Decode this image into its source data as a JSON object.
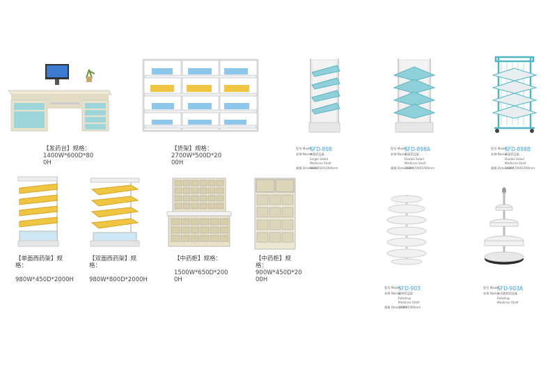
{
  "products": [
    {
      "id": "desk",
      "caption": "【发药台】规格：\n1400W*600D*80\n0H"
    },
    {
      "id": "goods-shelf",
      "caption": "【货架】规格：\n2700W*500D*20\n00H"
    },
    {
      "id": "single-rack",
      "caption": "【单面西药架】规格：\n\n980W*450D*2000H"
    },
    {
      "id": "double-rack",
      "caption": "【双面西药架】规格：\n\n980W*800D*2000H"
    },
    {
      "id": "cabinet-1",
      "caption": "【中药柜】规格：\n\n1500W*650D*200\n0H"
    },
    {
      "id": "cabinet-2",
      "caption": "【中药柜】规格：\n900W*450D*20\n00H"
    }
  ],
  "specs": [
    {
      "id": "sfd-898",
      "model_key": "型号 Model:",
      "model": "SFD-898",
      "name_key": "名称 Name:",
      "name": "单面药品架\nSingle Sided Medicine Shelf",
      "dim_key": "规格 Dimension:",
      "dim": "900X750X1900mm"
    },
    {
      "id": "sfd-898a",
      "model_key": "型号 Model:",
      "model": "SFD-898A",
      "name_key": "名称 Name:",
      "name": "双面药品架\nDouble Sided Medicine Shelf",
      "dim_key": "规格 Dimension:",
      "dim": "1080X700X1900mm"
    },
    {
      "id": "sfd-898b",
      "model_key": "型号 Model:",
      "model": "SFD-898B",
      "name_key": "名称 Name:",
      "name": "双面药品架\nDouble Sided Medicine Shelf",
      "dim_key": "规格 Dimension:",
      "dim": "1080X700X1900mm"
    },
    {
      "id": "sfd-903",
      "model_key": "型号 Model:",
      "model": "SFD-903",
      "name_key": "名称 Name:",
      "name": "旋转药品架\nRotating Medicine Shelf",
      "dim_key": "规格 Dimension:",
      "dim": "1000X1900mm"
    },
    {
      "id": "sfd-903a",
      "model_key": "型号 Model:",
      "model": "SFD-903A",
      "name_key": "名称 Name:",
      "name": "台式旋转药品架\nRotating Medicine Shelf"
    }
  ],
  "colors": {
    "accent": "#3aa0d8",
    "teal": "#4fb7c4",
    "frame": "#e4e4e4"
  }
}
